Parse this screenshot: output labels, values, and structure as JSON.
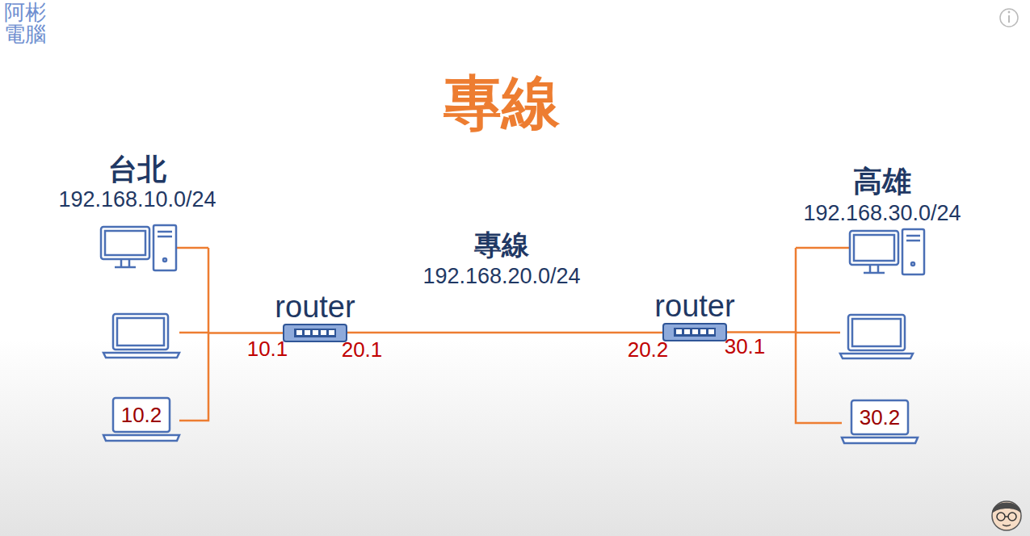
{
  "diagram": {
    "title": "專線",
    "nodes": [
      {
        "text": [
          "router"
        ]
      },
      {
        "text": [
          "router"
        ]
      },
      {
        "text": [
          "10.2"
        ]
      },
      {
        "text": [
          "30.2"
        ]
      }
    ],
    "edges": [
      {
        "from": 0,
        "to": 1,
        "arrow": "none"
      },
      {
        "from": 2,
        "to": 0,
        "arrow": "none"
      },
      {
        "from": 1,
        "to": 3,
        "arrow": "none"
      }
    ],
    "labels": [
      "阿彬電腦",
      "台北",
      "192.168.10.0/24",
      "高雄",
      "192.168.30.0/24",
      "專線",
      "192.168.20.0/24",
      "10.1",
      "20.1",
      "20.2",
      "30.1"
    ]
  }
}
